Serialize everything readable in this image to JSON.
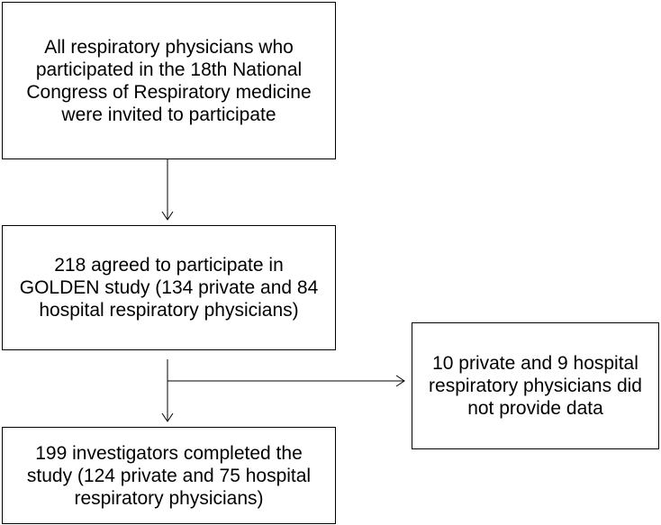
{
  "flowchart": {
    "box_invited": "All respiratory physicians who participated in the 18th National Congress of Respiratory medicine were invited to participate",
    "box_agreed": "218 agreed to participate in GOLDEN study (134 private and 84 hospital respiratory physicians)",
    "box_completed": "199 investigators completed the study (124 private and 75 hospital respiratory physicians)",
    "box_excluded": "10 private and 9 hospital respiratory physicians did not provide data"
  }
}
